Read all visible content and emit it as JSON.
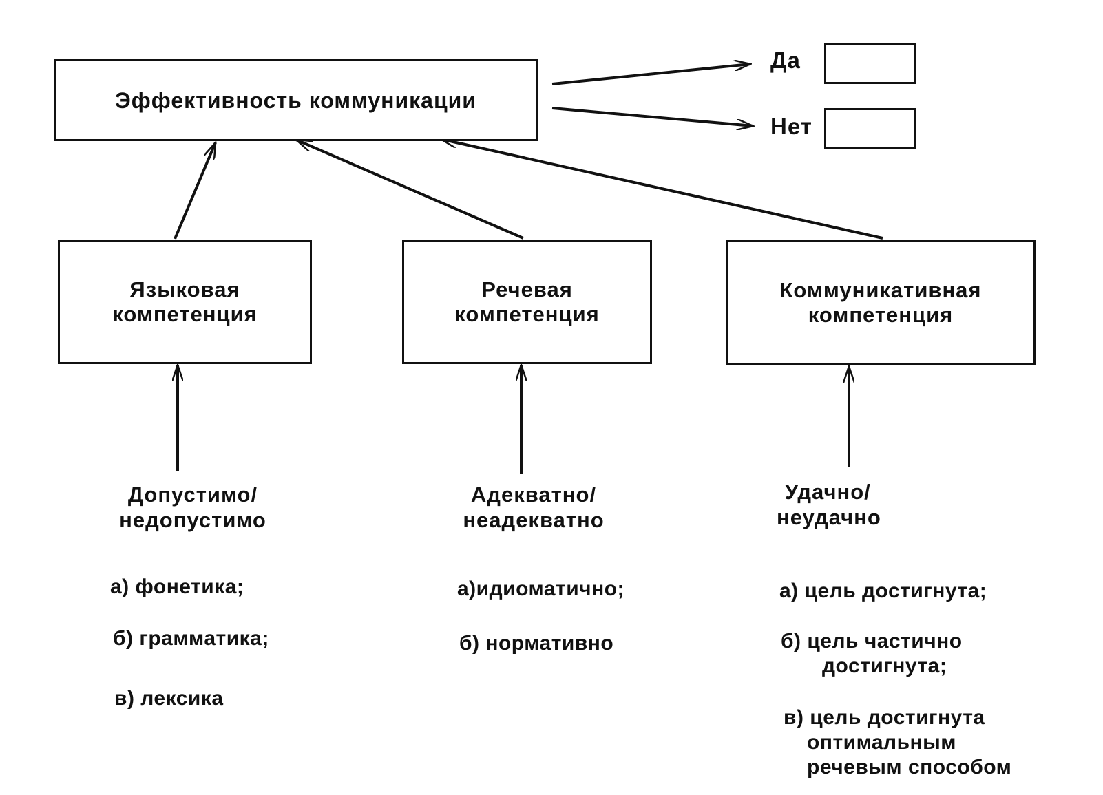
{
  "main": {
    "title": "Эффективность коммуникации"
  },
  "outcomes": {
    "yes": "Да",
    "no": "Нет"
  },
  "competences": [
    {
      "line1": "Языковая",
      "line2": "компетенция"
    },
    {
      "line1": "Речевая",
      "line2": "компетенция"
    },
    {
      "line1": "Коммуникативная",
      "line2": "компетенция"
    }
  ],
  "criteria": [
    {
      "line1": "Допустимо/",
      "line2": "недопустимо"
    },
    {
      "line1": "Адекватно/",
      "line2": "неадекватно"
    },
    {
      "line1": "Удачно/",
      "line2": "неудачно"
    }
  ],
  "items": {
    "language": [
      "а) фонетика;",
      "б) грамматика;",
      "в) лексика"
    ],
    "speech": [
      "а)идиоматично;",
      "б) нормативно"
    ],
    "communicative": {
      "a": "а) цель достигнута;",
      "b1": "б) цель частично",
      "b2": "достигнута;",
      "c1": "в) цель достигнута",
      "c2": "оптимальным",
      "c3": "речевым способом"
    }
  }
}
